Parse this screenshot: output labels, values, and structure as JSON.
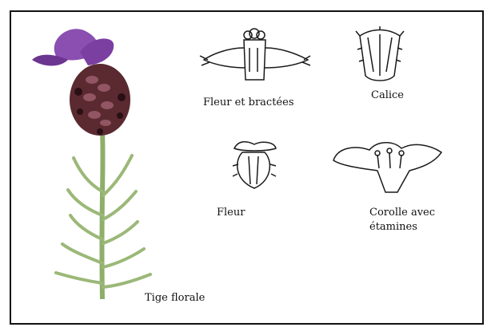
{
  "labels": {
    "fleur_bractees": "Fleur et bractées",
    "calice": "Calice",
    "fleur": "Fleur",
    "corolle_line1": "Corolle avec",
    "corolle_line2": "étamines",
    "tige": "Tige florale"
  },
  "colors": {
    "frame": "#111111",
    "petal": "#8a4fb0",
    "spike": "#5a2a30",
    "stem": "#8fae6a",
    "ink": "#1a1a1a"
  }
}
